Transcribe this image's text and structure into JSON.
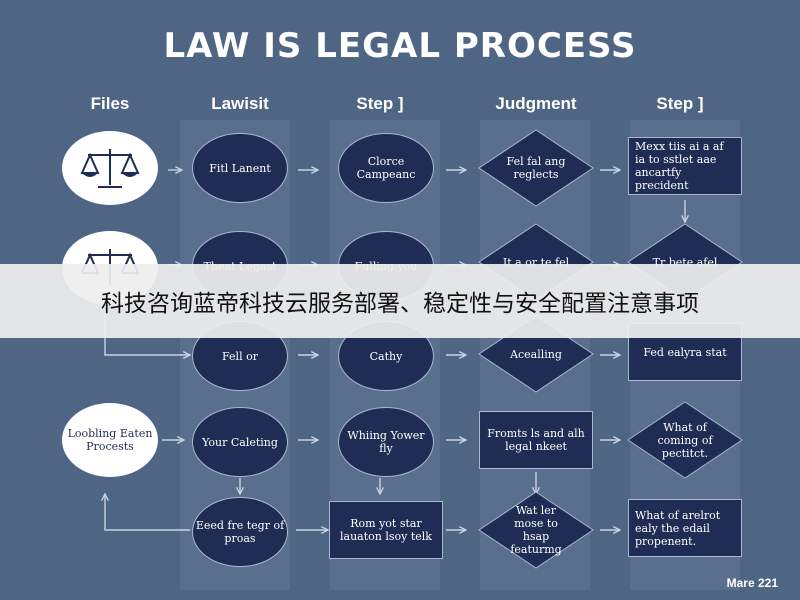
{
  "title": "LAW IS LEGAL PROCESS",
  "columns": [
    "Files",
    "Lawisit",
    "Step ]",
    "Judgment",
    "Step ]"
  ],
  "nodes": {
    "r1c1": "",
    "r1c2": "Fitl Lanent",
    "r1c3": "Clorce Campeanc",
    "r1c4": "Fel fal ang reglects",
    "r1c5": "Mexx tiis ai a af ia to sstlet aae ancartfy precident",
    "r2c1": "",
    "r2c2": "Theat Legast",
    "r2c3": "Fulling you",
    "r2c4": "It a or te fel",
    "r2c5": "Tr bete afel",
    "r3c2": "Fell or",
    "r3c3": "Cathy",
    "r3c4": "Acealling",
    "r3c5": "Fed ealyra stat",
    "r4c1": "Loobling Eaten Procests",
    "r4c2": "Your Caleting",
    "r4c3": "Whiing Yower fly",
    "r4c4": "Fromts ls and alh legal nkeet",
    "r4c5": "What of coming of pectitct.",
    "r5c2": "Eeed fre tegr of proas",
    "r5c3": "Rom yot star lauaton lsoy telk",
    "r5c4": "Wat ler mose to hsap featurmg",
    "r5c5": "What of arelrot ealy the edail propenent."
  },
  "banner": "科技咨询蓝帝科技云服务部署、稳定性与安全配置注意事项",
  "corner_tag": "Mare 221",
  "colors": {
    "background": "#4f6584",
    "node": "#1f2d54",
    "banner": "#eeeeee"
  },
  "icons": [
    "scales-icon"
  ]
}
